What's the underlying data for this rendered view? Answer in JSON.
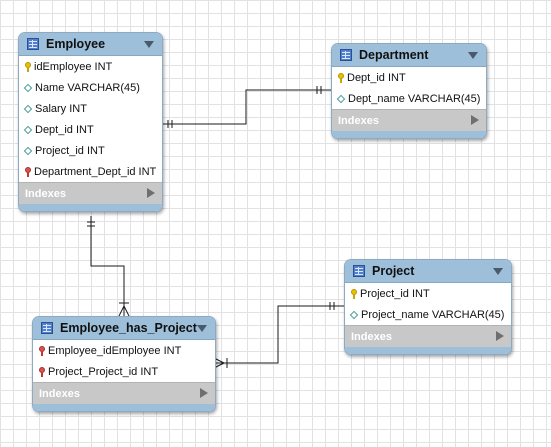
{
  "footer_label": "Indexes",
  "tables": {
    "employee": {
      "name": "Employee",
      "columns": [
        {
          "text": "idEmployee INT",
          "kind": "primary-key"
        },
        {
          "text": "Name VARCHAR(45)",
          "kind": "column"
        },
        {
          "text": "Salary INT",
          "kind": "column"
        },
        {
          "text": "Dept_id INT",
          "kind": "column"
        },
        {
          "text": "Project_id INT",
          "kind": "column"
        },
        {
          "text": "Department_Dept_id INT",
          "kind": "foreign-key"
        }
      ]
    },
    "department": {
      "name": "Department",
      "columns": [
        {
          "text": "Dept_id INT",
          "kind": "primary-key"
        },
        {
          "text": "Dept_name VARCHAR(45)",
          "kind": "column"
        }
      ]
    },
    "project": {
      "name": "Project",
      "columns": [
        {
          "text": "Project_id INT",
          "kind": "primary-key"
        },
        {
          "text": "Project_name VARCHAR(45)",
          "kind": "column"
        }
      ]
    },
    "employee_has_project": {
      "name": "Employee_has_Project",
      "columns": [
        {
          "text": "Employee_idEmployee INT",
          "kind": "foreign-key"
        },
        {
          "text": "Project_Project_id INT",
          "kind": "foreign-key"
        }
      ]
    }
  },
  "relationships": [
    {
      "from": "employee",
      "to": "department",
      "from_end": "one",
      "to_end": "one"
    },
    {
      "from": "employee",
      "to": "employee_has_project",
      "from_end": "one",
      "to_end": "many"
    },
    {
      "from": "employee_has_project",
      "to": "project",
      "from_end": "many",
      "to_end": "one"
    }
  ],
  "colors": {
    "header": "#9dbfda",
    "footer": "#c8c8c8",
    "primary_key": "#e8c200",
    "foreign_key": "#d9534f",
    "connector": "#1a1a1a"
  }
}
